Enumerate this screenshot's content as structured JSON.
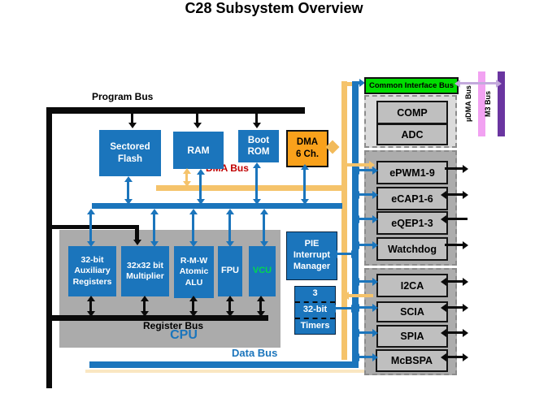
{
  "title": "C28 Subsystem Overview",
  "bus_labels": {
    "program": "Program Bus",
    "dma": "DMA Bus",
    "register": "Register Bus",
    "data": "Data Bus",
    "common_interface": "Common Interface Bus",
    "udma": "µDMA Bus",
    "m3": "M3 Bus"
  },
  "memory": {
    "flash": "Sectored Flash",
    "ram": "RAM",
    "boot_rom": "Boot ROM",
    "dma_line1": "DMA",
    "dma_line2": "6 Ch."
  },
  "cpu": {
    "label": "CPU",
    "aux": "32-bit Auxiliary Registers",
    "mult": "32x32 bit Multiplier",
    "alu": "R-M-W Atomic ALU",
    "fpu": "FPU",
    "vcu": "VCU"
  },
  "interrupt": {
    "pie": "PIE Interrupt Manager",
    "timers": [
      "3",
      "32-bit",
      "Timers"
    ]
  },
  "analog": {
    "items": [
      "COMP",
      "ADC"
    ]
  },
  "control": {
    "items": [
      "ePWM1-9",
      "eCAP1-6",
      "eQEP1-3",
      "Watchdog"
    ]
  },
  "comm": {
    "items": [
      "I2CA",
      "SCIA",
      "SPIA",
      "McBSPA"
    ]
  },
  "colors": {
    "block_blue": "#1b75bc",
    "dma_orange": "#f9a11b",
    "bus_orange": "#f5c36b",
    "common_bus_green": "#00dd00",
    "vcu_text_green": "#00d84f",
    "dma_label_red": "#c00000",
    "udma_pink": "#f2a2f2",
    "m3_purple": "#6a35a0",
    "bridge_lavender": "#c3aadc",
    "cpu_gray": "#ababab"
  }
}
